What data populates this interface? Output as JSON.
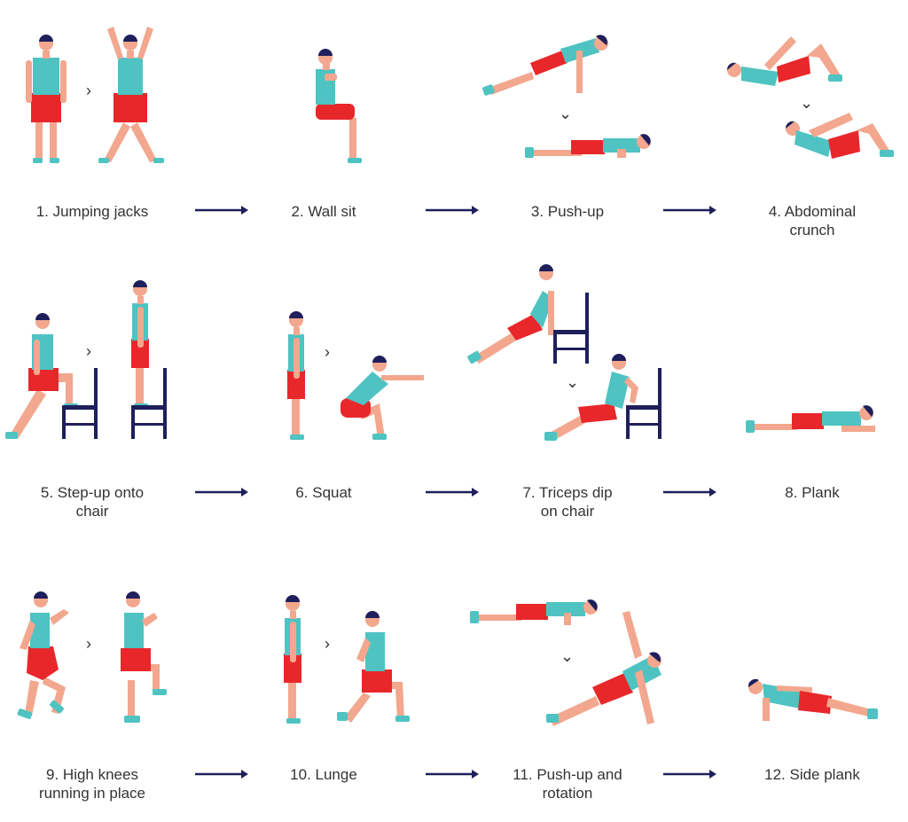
{
  "colors": {
    "skin": "#F2A78E",
    "shirt": "#4EC3C2",
    "shorts": "#E8272B",
    "hair": "#1F1F5C",
    "shoe": "#4EC3C2",
    "chair": "#1F1F5C",
    "arrow": "#1F1F5C",
    "text": "#333333"
  },
  "separators": {
    "next": "›",
    "down": "⌄"
  },
  "steps": [
    {
      "label": "1. Jumping jacks"
    },
    {
      "label": "2. Wall sit"
    },
    {
      "label": "3. Push-up"
    },
    {
      "label": "4. Abdominal\ncrunch"
    },
    {
      "label": "5. Step-up onto\nchair"
    },
    {
      "label": "6. Squat"
    },
    {
      "label": "7. Triceps dip\non chair"
    },
    {
      "label": "8. Plank"
    },
    {
      "label": "9. High knees\nrunning in place"
    },
    {
      "label": "10. Lunge"
    },
    {
      "label": "11. Push-up and\nrotation"
    },
    {
      "label": "12. Side plank"
    }
  ]
}
